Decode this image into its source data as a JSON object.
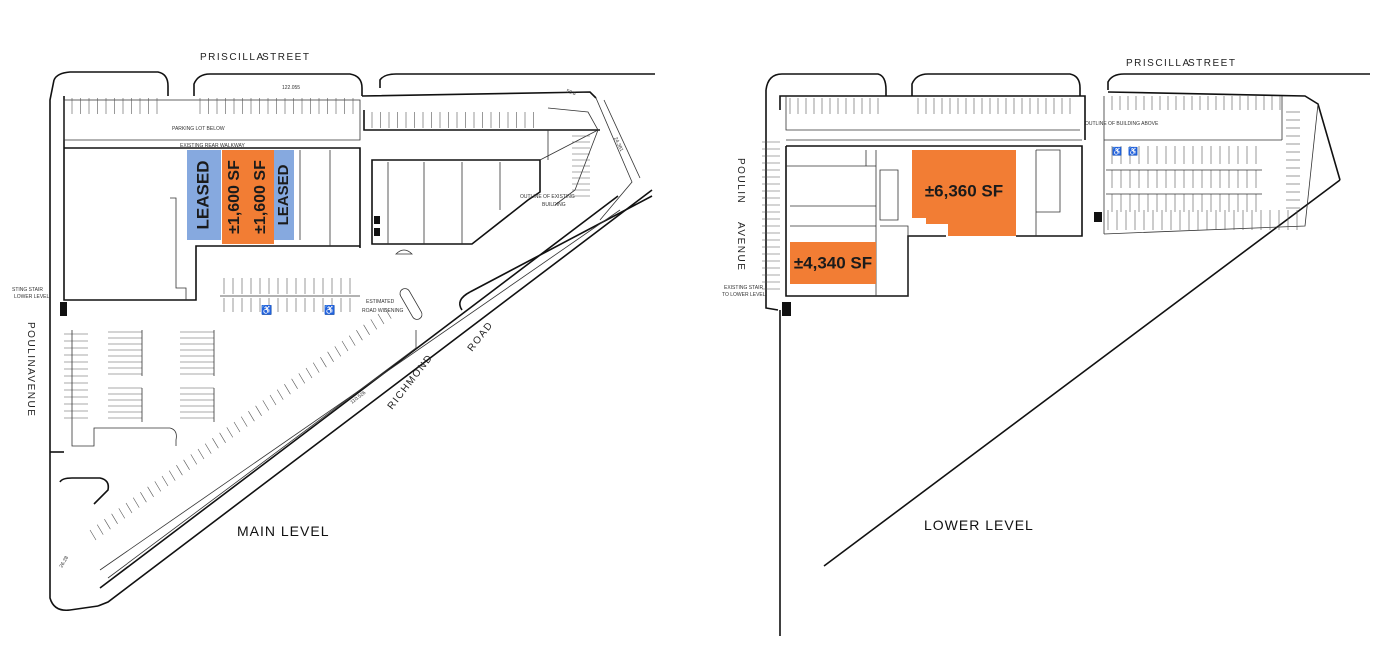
{
  "main_level": {
    "title": "MAIN LEVEL",
    "streets": {
      "top": [
        "PRISCILLA",
        "STREET"
      ],
      "left": [
        "POULIN",
        "AVENUE"
      ],
      "diagonal": [
        "RICHMOND",
        "ROAD"
      ]
    },
    "notes": {
      "parking_below": "PARKING LOT BELOW",
      "walkway": "EXISTING REAR WALKWAY",
      "outline_existing": [
        "OUTLINE OF EXISTING",
        "BUILDING"
      ],
      "road_widening": [
        "ESTIMATED",
        "ROAD WIDENING"
      ],
      "stair": [
        "STING STAIR",
        "LOWER LEVEL"
      ]
    },
    "dims": [
      "122.055",
      "50.6",
      "24.381",
      "110.526",
      "26.28"
    ],
    "units": [
      {
        "label": "LEASED",
        "status": "leased",
        "color": "#86a9df"
      },
      {
        "label": "±1,600 SF",
        "status": "available",
        "color": "#f27d34"
      },
      {
        "label": "±1,600 SF",
        "status": "available",
        "color": "#f27d34"
      },
      {
        "label": "LEASED",
        "status": "leased",
        "color": "#86a9df"
      }
    ],
    "accessible_symbol": "♿"
  },
  "lower_level": {
    "title": "LOWER LEVEL",
    "streets": {
      "top": [
        "PRISCILLA",
        "STREET"
      ],
      "left": [
        "POULIN",
        "AVENUE"
      ]
    },
    "notes": {
      "outline_above": "OUTLINE OF BUILDING ABOVE",
      "stair": [
        "EXISTING STAIR",
        "TO LOWER LEVEL"
      ]
    },
    "units": [
      {
        "label": "±6,360 SF",
        "status": "available",
        "color": "#f27d34"
      },
      {
        "label": "±4,340 SF",
        "status": "available",
        "color": "#f27d34"
      }
    ],
    "accessible_symbol": "♿"
  },
  "colors": {
    "available": "#f27d34",
    "leased": "#86a9df",
    "line": "#111111"
  }
}
